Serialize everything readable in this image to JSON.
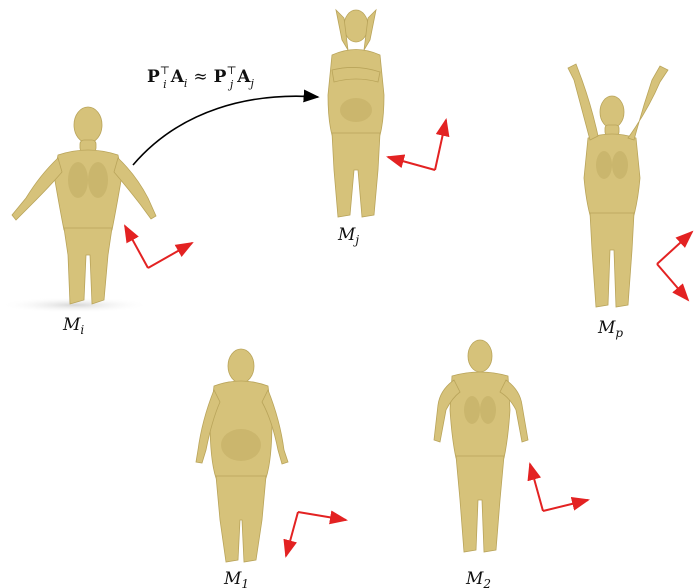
{
  "equation": {
    "lhs_mat": "P",
    "lhs_sub": "i",
    "lhs_sup": "⊤",
    "lhs_rhs": "A",
    "lhs_rhs_sub": "i",
    "approx": "≈",
    "rhs_mat": "P",
    "rhs_sub": "j",
    "rhs_sup": "⊤",
    "rhs_rhs": "A",
    "rhs_rhs_sub": "j"
  },
  "shapes": [
    {
      "id": "Mi",
      "symbol": "M",
      "subscript": "i",
      "pose": "a-pose"
    },
    {
      "id": "Mj",
      "symbol": "M",
      "subscript": "j",
      "pose": "hands-on-head"
    },
    {
      "id": "Mp",
      "symbol": "M",
      "subscript": "p",
      "pose": "arms-up"
    },
    {
      "id": "M1",
      "symbol": "M",
      "subscript": "1",
      "pose": "rest"
    },
    {
      "id": "M2",
      "symbol": "M",
      "subscript": "2",
      "pose": "bent-arms"
    }
  ],
  "colors": {
    "skin": "#d6c27a",
    "axes": "#e32222",
    "arrow": "#000000"
  }
}
